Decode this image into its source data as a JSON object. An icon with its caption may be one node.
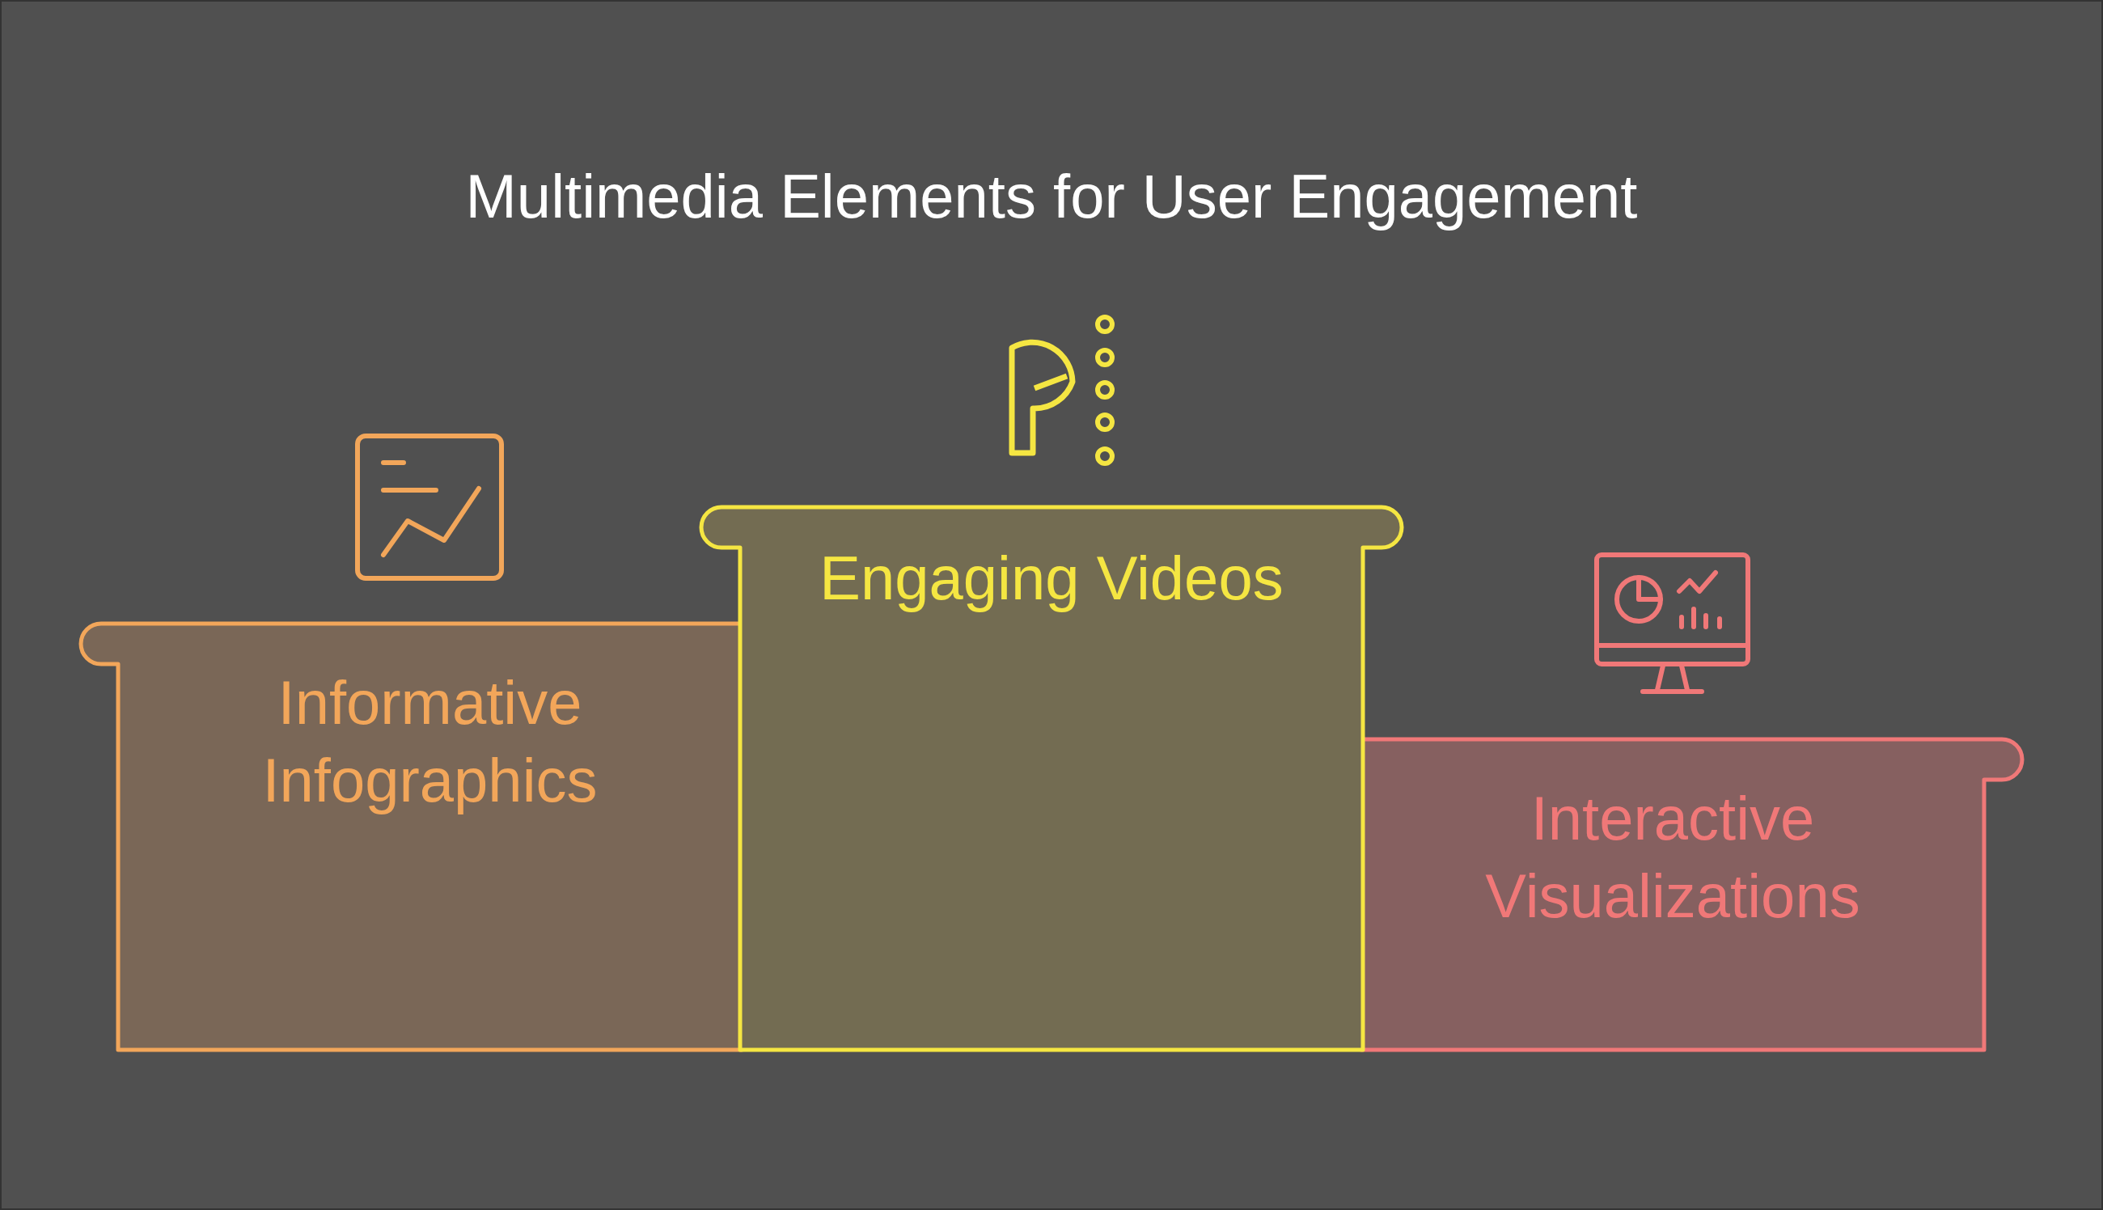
{
  "diagram": {
    "title": "Multimedia Elements for User Engagement",
    "nodes": [
      {
        "text": [
          "Informative Infographics"
        ]
      },
      {
        "text": [
          "Engaging Videos"
        ]
      },
      {
        "text": [
          "Interactive Visualizations"
        ]
      }
    ]
  }
}
